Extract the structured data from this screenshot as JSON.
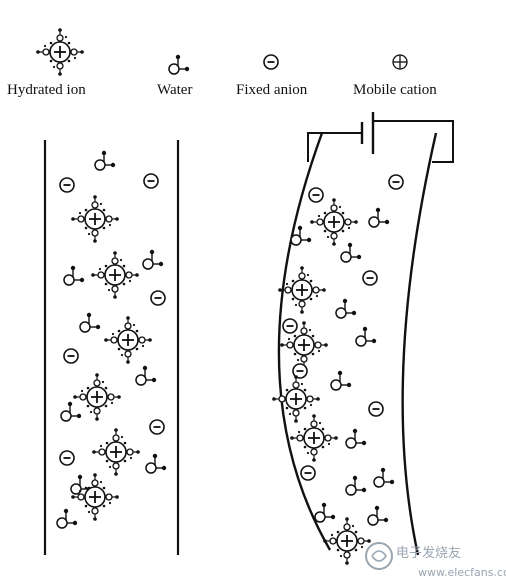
{
  "legend": {
    "hydrated_ion": "Hydrated ion",
    "water": "Water",
    "fixed_anion": "Fixed anion",
    "mobile_cation": "Mobile cation"
  },
  "watermark": {
    "text": "电子发烧友",
    "url": "www.elecfans.com"
  },
  "colors": {
    "line": "#111111",
    "watermark": "#9aa6b2"
  }
}
